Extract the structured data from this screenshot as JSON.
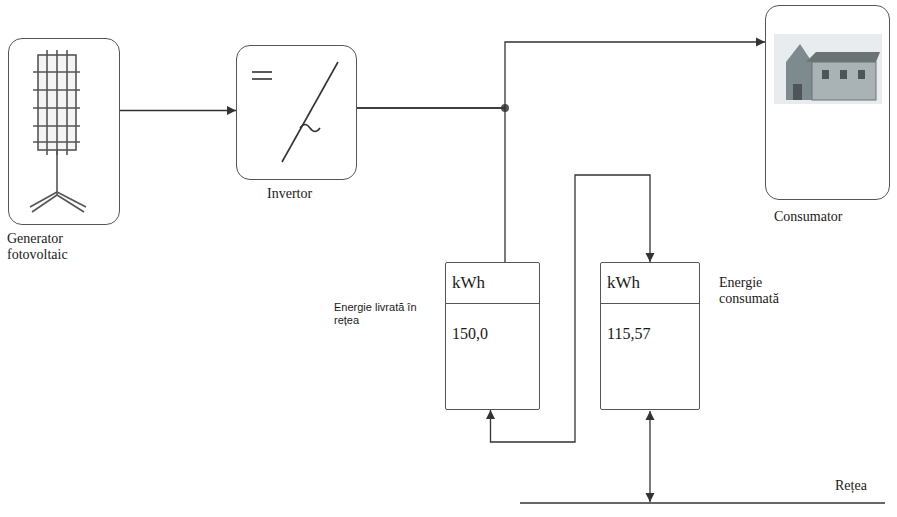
{
  "diagram": {
    "nodes": [
      {
        "text": [
          "Generator fotovoltaic"
        ]
      },
      {
        "text": [
          "Invertor"
        ]
      },
      {
        "text": [
          "Consumator"
        ]
      },
      {
        "text": [
          "kWh",
          "150,0",
          "Energie livrată în rețea"
        ]
      },
      {
        "text": [
          "kWh",
          "115,57",
          "Energie consumată"
        ]
      }
    ],
    "edges": [
      {
        "from": 0,
        "to": 1,
        "arrow": "to"
      },
      {
        "from": 1,
        "to": 2,
        "arrow": "to"
      },
      {
        "from": 1,
        "to": 3,
        "arrow": "none"
      },
      {
        "from": 3,
        "to": 4,
        "arrow": "both"
      }
    ],
    "labels": [
      "Rețea"
    ]
  }
}
